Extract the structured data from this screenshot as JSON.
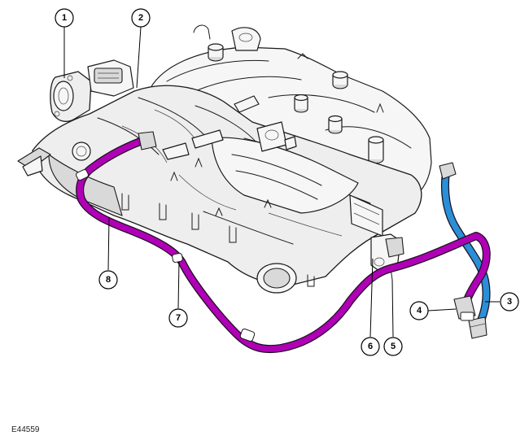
{
  "figure_id": "E44559",
  "colors": {
    "hose_primary": "#b000b5",
    "hose_secondary": "#2a8fd6",
    "line": "#1a1a1a",
    "body_fill": "#eeeeee"
  },
  "callouts": [
    {
      "label": "1"
    },
    {
      "label": "2"
    },
    {
      "label": "3"
    },
    {
      "label": "4"
    },
    {
      "label": "5"
    },
    {
      "label": "6"
    },
    {
      "label": "7"
    },
    {
      "label": "8"
    }
  ]
}
